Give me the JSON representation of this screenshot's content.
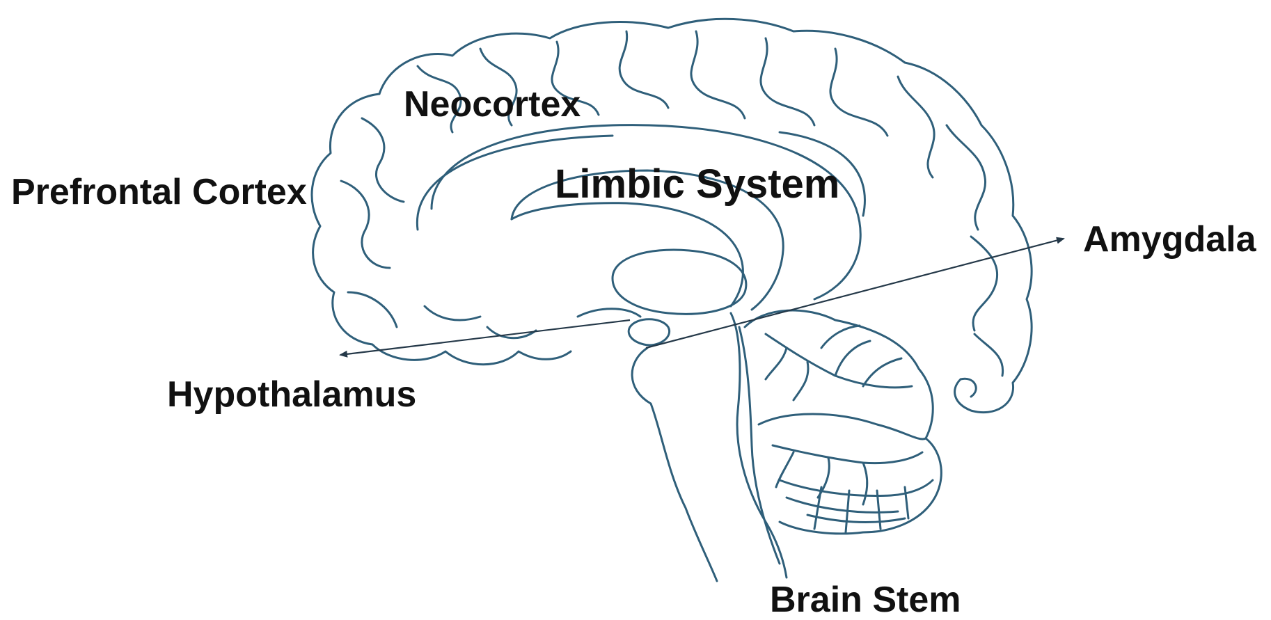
{
  "diagram": {
    "labels": {
      "neocortex": "Neocortex",
      "prefrontal_cortex": "Prefrontal Cortex",
      "limbic_system": "Limbic System",
      "amygdala": "Amygdala",
      "hypothalamus": "Hypothalamus",
      "brain_stem": "Brain Stem"
    },
    "colors": {
      "outline": "#2f5f7a",
      "arrow": "#243848",
      "text": "#111111",
      "background": "#ffffff"
    }
  }
}
